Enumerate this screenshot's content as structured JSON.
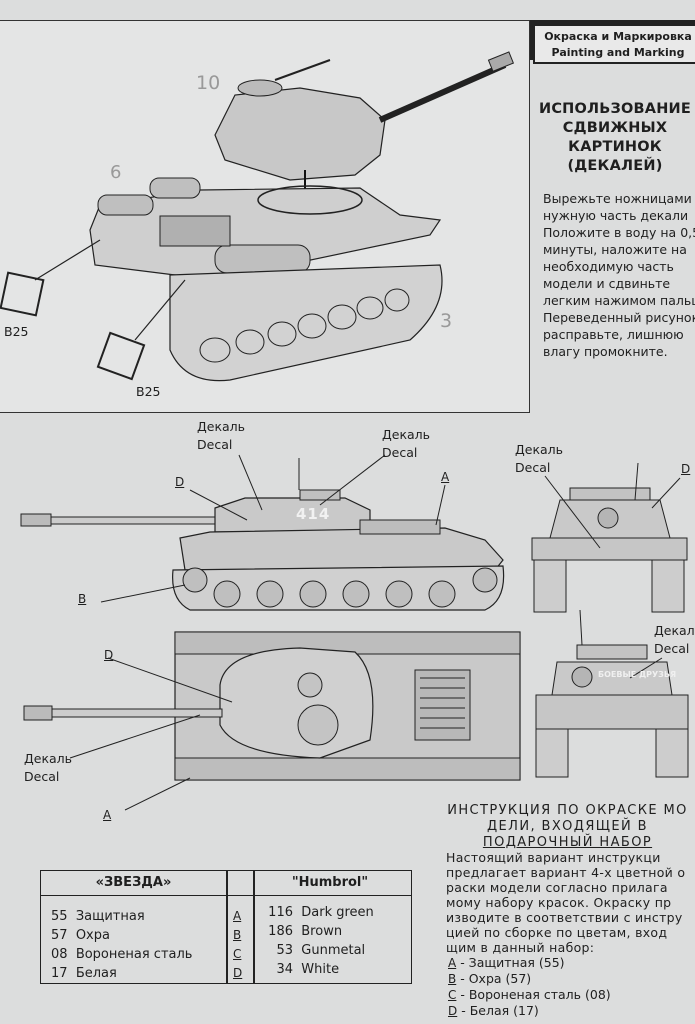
{
  "header": {
    "ru": "Окраска и Маркировка",
    "en": "Painting and Marking"
  },
  "decal_section": {
    "title_lines": [
      "ИСПОЛЬЗОВАНИЕ",
      "СДВИЖНЫХ",
      "КАРТИНОК",
      "(ДЕКАЛЕЙ)"
    ],
    "body_lines": [
      "Вырежьте ножницами",
      "нужную часть декали",
      "Положите в воду на 0,5",
      "минуты, наложите на",
      "необходимую часть",
      "модели и сдвиньте",
      "легким нажимом пальца.",
      "Переведенный рисунок",
      "расправьте, лишнюю",
      "влагу промокните."
    ]
  },
  "assembly": {
    "step_10": "10",
    "step_6": "6",
    "step_3": "3",
    "part_b25_a": "B25",
    "part_b25_b": "B25"
  },
  "labels": {
    "decal_ru": "Декаль",
    "decal_en": "Decal",
    "turret_number": "414",
    "slogan": "БОЕВЫЕ ДРУЗЬЯ",
    "a": "A",
    "b": "B",
    "c": "C",
    "d": "D"
  },
  "paint_instructions": {
    "title_lines": [
      "ИНСТРУКЦИЯ ПО ОКРАСКЕ МО",
      "ДЕЛИ, ВХОДЯЩЕЙ В",
      "ПОДАРОЧНЫЙ НАБОР"
    ],
    "body_lines": [
      "Настоящий вариант инструкци",
      "предлагает вариант 4-х цветной о",
      "раски модели согласно прилага",
      "мому набору красок. Окраску пр",
      "изводите в соответствии с инстру",
      "цией по сборке по цветам, вход",
      "щим в данный набор:"
    ],
    "list": [
      {
        "letter": "A",
        "text": "- Защитная (55)"
      },
      {
        "letter": "B",
        "text": "- Охра (57)"
      },
      {
        "letter": "C",
        "text": "- Вороненая сталь (08)"
      },
      {
        "letter": "D",
        "text": "- Белая (17)"
      }
    ]
  },
  "paint_table": {
    "header_zvezda": "«ЗВЕЗДА»",
    "header_humbrol": "\"Humbrol\"",
    "rows": [
      {
        "zvezda_no": "55",
        "zvezda_name": "Защитная",
        "letter": "A",
        "humbrol_no": "116",
        "humbrol_name": "Dark green"
      },
      {
        "zvezda_no": "57",
        "zvezda_name": "Охра",
        "letter": "B",
        "humbrol_no": "186",
        "humbrol_name": "Brown"
      },
      {
        "zvezda_no": "08",
        "zvezda_name": "Вороненая сталь",
        "letter": "C",
        "humbrol_no": "53",
        "humbrol_name": "Gunmetal"
      },
      {
        "zvezda_no": "17",
        "zvezda_name": "Белая",
        "letter": "D",
        "humbrol_no": "34",
        "humbrol_name": "White"
      }
    ]
  },
  "colors": {
    "paper": "#dcdddd",
    "ink": "#1f1f1f",
    "tank_fill": "#c9c9c9"
  }
}
